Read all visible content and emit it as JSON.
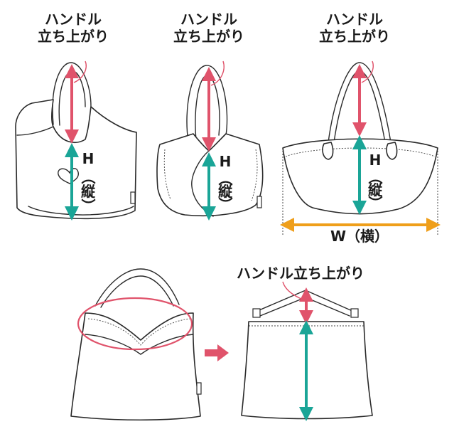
{
  "colors": {
    "handle_drop_arrow": "#e0536b",
    "height_arrow": "#1aa597",
    "width_arrow": "#ef9f1b",
    "highlight_ellipse": "#e0536b",
    "direction_arrow": "#e0536b",
    "outline": "#2a2a2a"
  },
  "panel1": {
    "handle_label_line1": "ハンドル",
    "handle_label_line2": "立ち上がり",
    "h_letter": "H",
    "h_open": "（",
    "h_kanji": "縦",
    "h_close": "）"
  },
  "panel2": {
    "handle_label_line1": "ハンドル",
    "handle_label_line2": "立ち上がり",
    "h_letter": "H",
    "h_open": "（",
    "h_kanji": "縦",
    "h_close": "）"
  },
  "panel3": {
    "handle_label_line1": "ハンドル",
    "handle_label_line2": "立ち上がり",
    "h_letter": "H",
    "h_open": "（",
    "h_kanji": "縦",
    "h_close": "）",
    "w_label": "W（横）"
  },
  "panel5": {
    "handle_label": "ハンドル立ち上がり"
  },
  "icons": {
    "heart": "heart-icon",
    "direction": "right-arrow-icon"
  }
}
